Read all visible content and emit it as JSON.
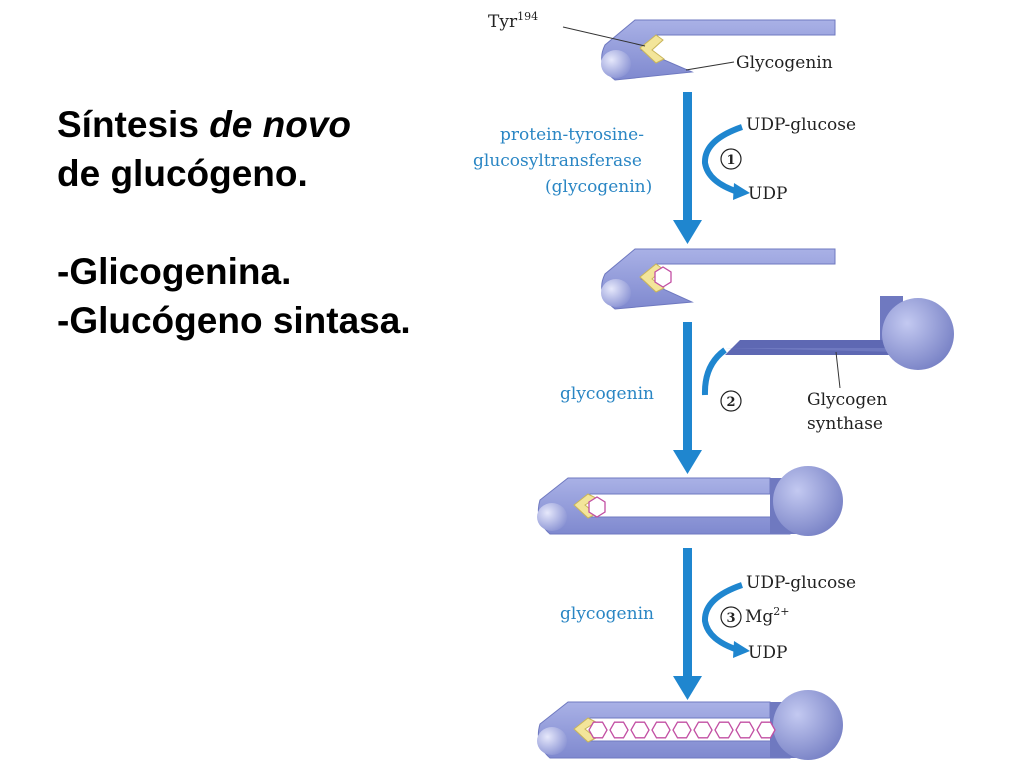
{
  "slide": {
    "title_part1": "Síntesis ",
    "title_italic": "de novo",
    "title_line2": "de glucógeno.",
    "bullet1": "-Glicogenina.",
    "bullet2": "-Glucógeno sintasa."
  },
  "diagram": {
    "tyr_label": "Tyr",
    "tyr_sup": "194",
    "glycogenin_label": "Glycogenin",
    "enzyme_line1": "protein-tyrosine-",
    "enzyme_line2": "glucosyltransferase",
    "enzyme_line3": "(glycogenin)",
    "step1": {
      "number": "1",
      "substrate": "UDP-glucose",
      "product": "UDP"
    },
    "step2": {
      "number": "2",
      "catalyst": "glycogenin",
      "synthase_line1": "Glycogen",
      "synthase_line2": "synthase"
    },
    "step3": {
      "number": "3",
      "catalyst": "glycogenin",
      "substrate": "UDP-glucose",
      "cofactor": "Mg",
      "cofactor_charge": "2+",
      "product": "UDP"
    },
    "colors": {
      "protein_fill": "#8e98d8",
      "protein_dark": "#6f79c0",
      "arrow_blue": "#1f86cf",
      "tyr_yellow": "#f3e59a",
      "glucose_pink": "#c24fa3",
      "label_blue": "#2a86c4"
    }
  }
}
